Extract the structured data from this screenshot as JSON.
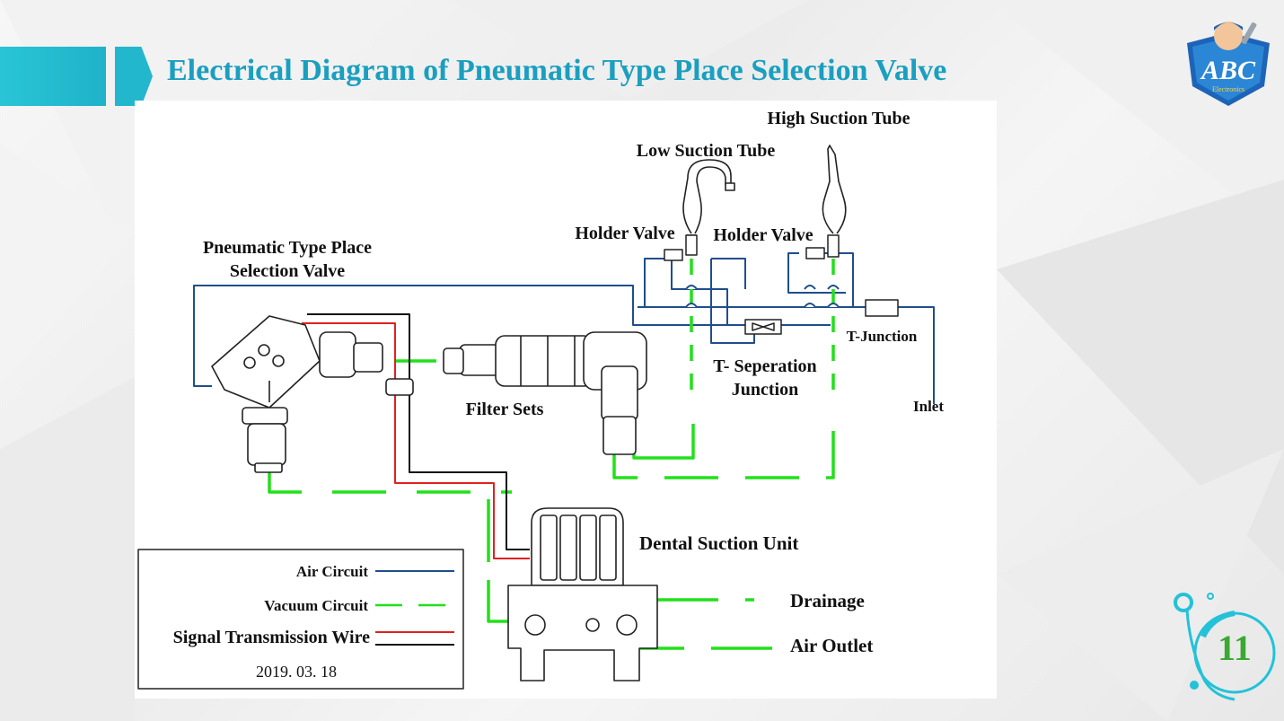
{
  "slide": {
    "title": "Electrical Diagram of Pneumatic Type Place Selection Valve",
    "page_number": "11",
    "logo_text": "ABC",
    "logo_subtext": "Electronics"
  },
  "colors": {
    "title": "#1a9fc0",
    "accent": "#22b7cc",
    "air_circuit": "#1f4e8c",
    "vacuum_circuit": "#22e01a",
    "signal_red": "#e02020",
    "signal_black": "#111111",
    "page_number": "#3aa832"
  },
  "diagram": {
    "labels": {
      "valve_line1": "Pneumatic Type Place",
      "valve_line2": "Selection Valve",
      "high_suction": "High Suction Tube",
      "low_suction": "Low Suction Tube",
      "holder_valve_1": "Holder Valve",
      "holder_valve_2": "Holder Valve",
      "t_junction": "T-Junction",
      "t_sep_line1": "T- Seperation",
      "t_sep_line2": "Junction",
      "inlet": "Inlet",
      "filter_sets": "Filter Sets",
      "dental_unit": "Dental Suction Unit",
      "drainage": "Drainage",
      "air_outlet": "Air Outlet"
    },
    "legend": {
      "air": "Air Circuit",
      "vacuum": "Vacuum Circuit",
      "signal": "Signal Transmission Wire",
      "date": "2019. 03. 18"
    }
  }
}
